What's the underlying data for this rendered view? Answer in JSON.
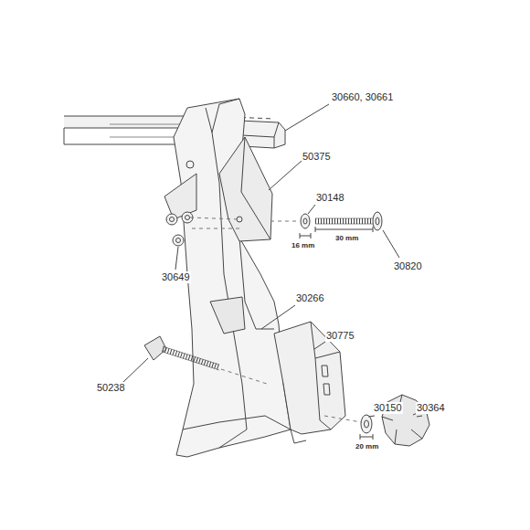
{
  "diagram": {
    "labels": [
      "30660, 30661",
      "50375",
      "30148",
      "16 mm",
      "30 mm",
      "30820",
      "30649",
      "30266",
      "30775",
      "50238",
      "30150",
      "30364",
      "20 mm"
    ]
  }
}
